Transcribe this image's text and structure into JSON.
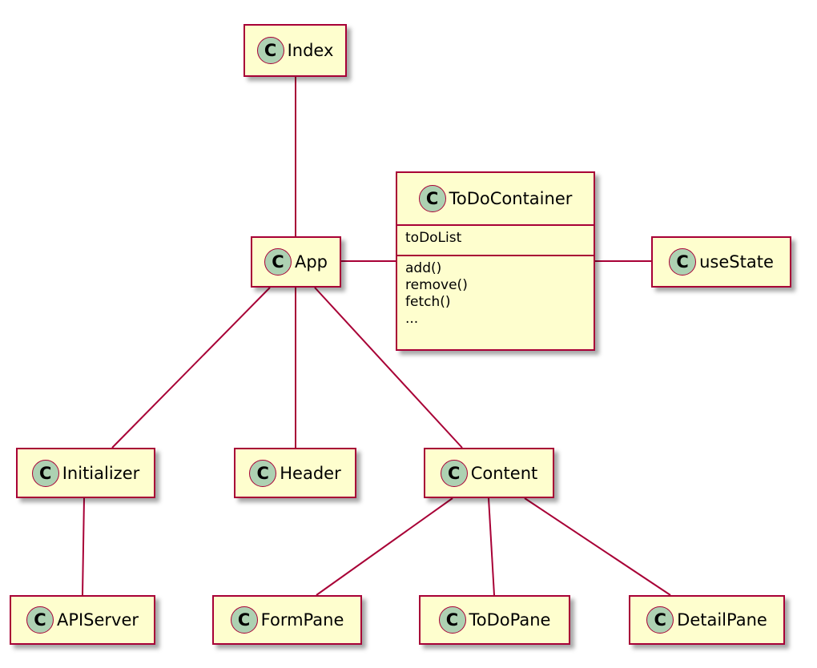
{
  "classes": {
    "index": {
      "name": "Index"
    },
    "app": {
      "name": "App"
    },
    "todocontainer": {
      "name": "ToDoContainer",
      "attributes": [
        "toDoList"
      ],
      "methods": [
        "add()",
        "remove()",
        "fetch()",
        "..."
      ]
    },
    "usestate": {
      "name": "useState"
    },
    "initializer": {
      "name": "Initializer"
    },
    "header": {
      "name": "Header"
    },
    "content": {
      "name": "Content"
    },
    "apiserver": {
      "name": "APIServer"
    },
    "formpane": {
      "name": "FormPane"
    },
    "todopane": {
      "name": "ToDoPane"
    },
    "detailpane": {
      "name": "DetailPane"
    }
  },
  "stereotype_letter": "C",
  "colors": {
    "fill": "#FEFECE",
    "border": "#A80036",
    "circle": "#ADD1B2",
    "line": "#A80036"
  },
  "relations": [
    [
      "index",
      "app"
    ],
    [
      "app",
      "todocontainer"
    ],
    [
      "todocontainer",
      "usestate"
    ],
    [
      "app",
      "initializer"
    ],
    [
      "app",
      "header"
    ],
    [
      "app",
      "content"
    ],
    [
      "initializer",
      "apiserver"
    ],
    [
      "content",
      "formpane"
    ],
    [
      "content",
      "todopane"
    ],
    [
      "content",
      "detailpane"
    ]
  ]
}
